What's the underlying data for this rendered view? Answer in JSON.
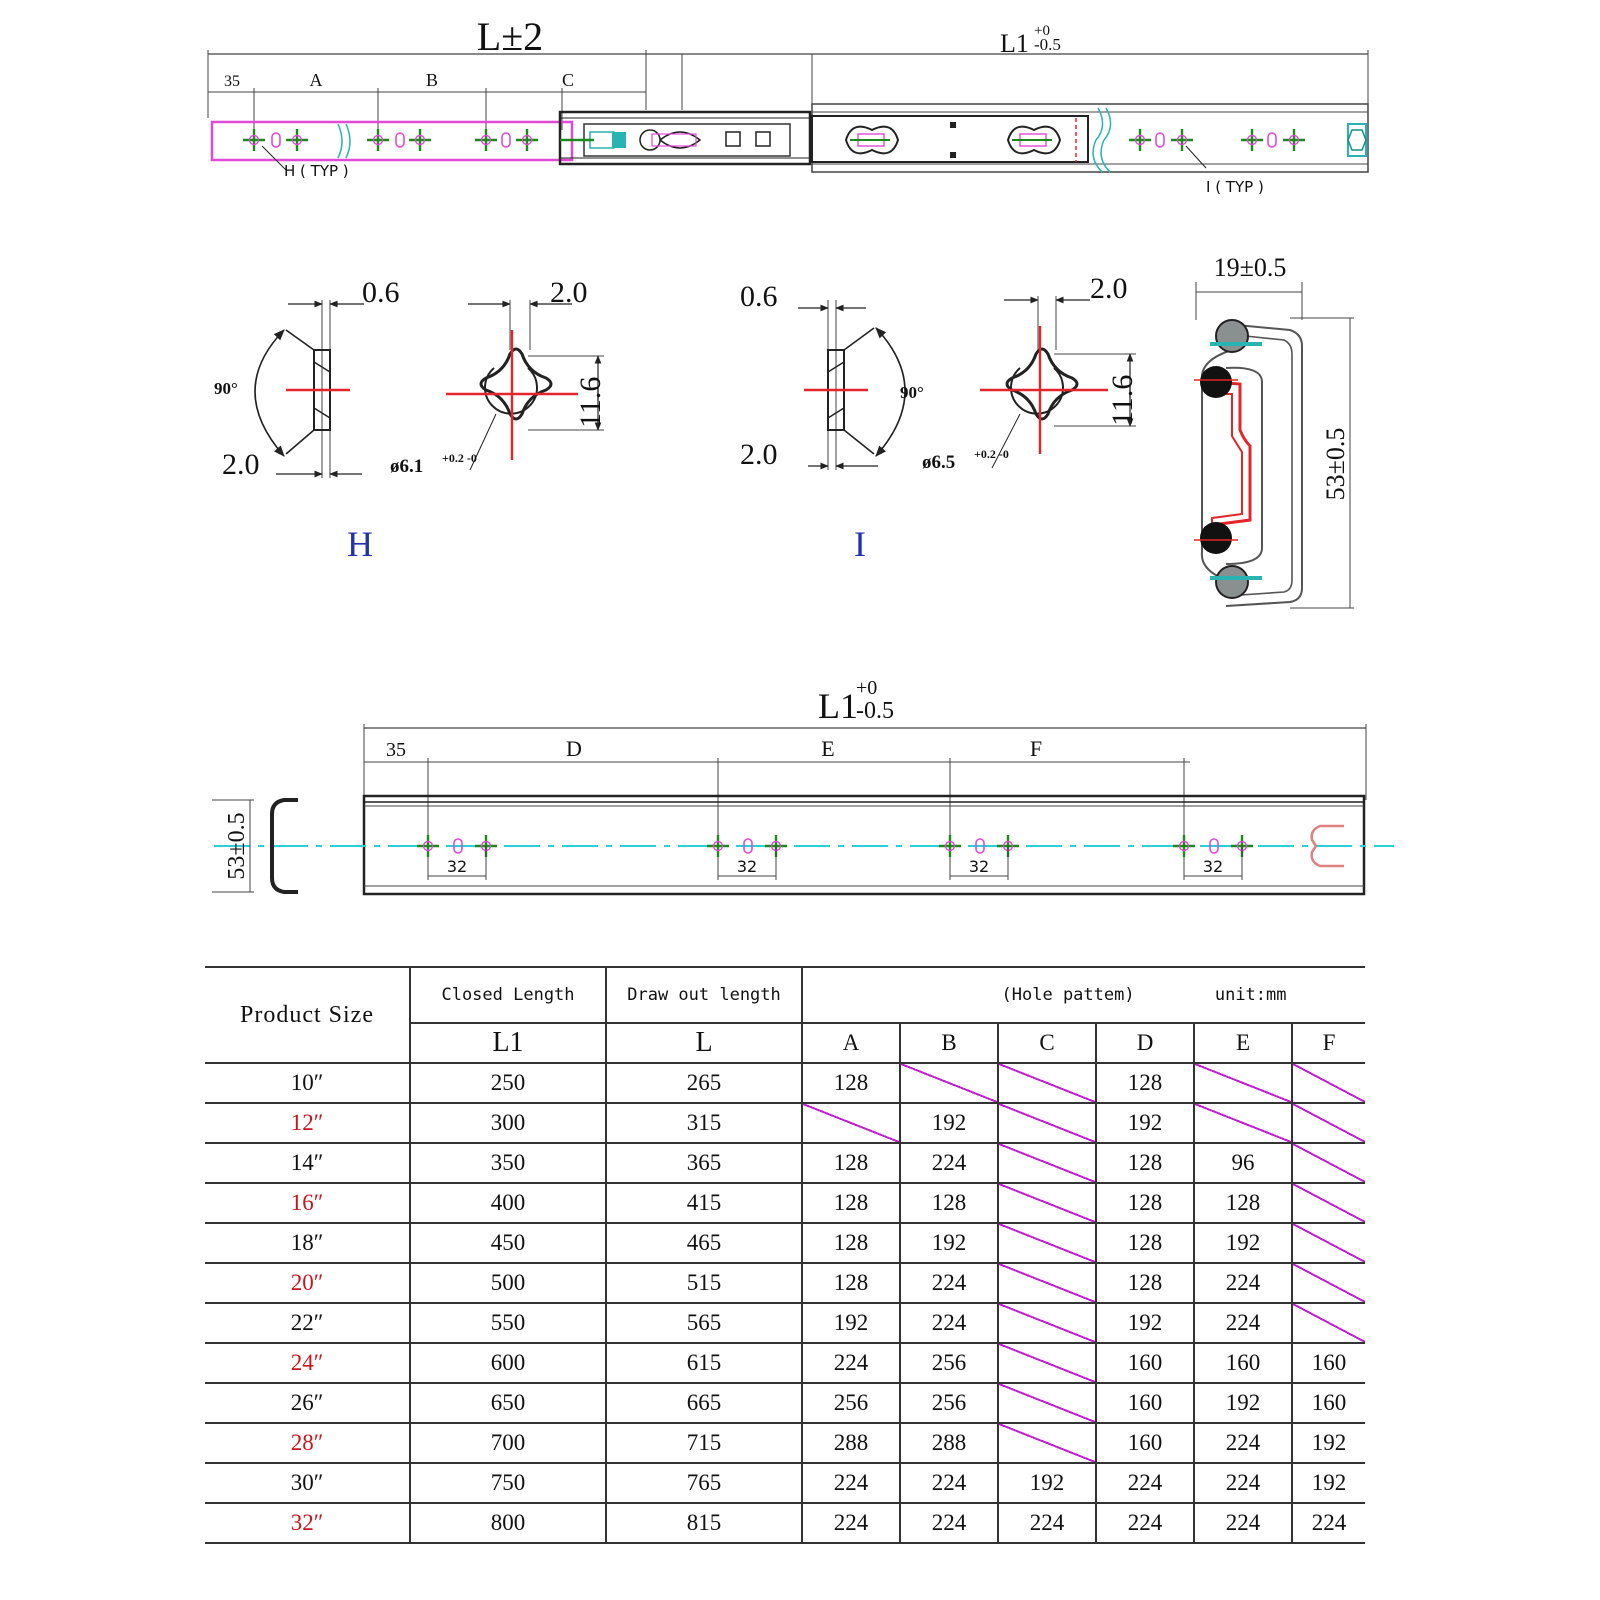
{
  "top_view": {
    "overall_length": "L±2",
    "closed_length": "L1",
    "closed_tol_upper": "+0",
    "closed_tol_lower": "-0.5",
    "offset": "35",
    "segments": [
      "A",
      "B",
      "C"
    ],
    "label_h": "H ( TYP )",
    "label_i": "I ( TYP )"
  },
  "detail_h": {
    "letter": "H",
    "thickness": "0.6",
    "depth": "2.0",
    "angle": "90°",
    "slot_width": "2.0",
    "slot_height": "11.6",
    "diameter": "ø6.1",
    "dia_tol": "+0.2 -0"
  },
  "detail_i": {
    "letter": "I",
    "thickness": "0.6",
    "depth": "2.0",
    "angle": "90°",
    "slot_width": "2.0",
    "slot_height": "11.6",
    "diameter": "ø6.5",
    "dia_tol": "+0.2 -0"
  },
  "cross_section": {
    "width": "19±0.5",
    "height": "53±0.5"
  },
  "bottom_view": {
    "length": "L1",
    "tol_upper": "+0",
    "tol_lower": "-0.5",
    "offset": "35",
    "segments": [
      "D",
      "E",
      "F"
    ],
    "hole_spacing": "32",
    "height": "53±0.5"
  },
  "table": {
    "header_product_size": "Product  Size",
    "header_closed": "Closed Length",
    "header_drawout": "Draw out length",
    "header_hole": "(Hole pattem)",
    "header_unit": "unit:mm",
    "sub_l1": "L1",
    "sub_l": "L",
    "hole_cols": [
      "A",
      "B",
      "C",
      "D",
      "E",
      "F"
    ],
    "highlight_color": "#c8161d",
    "empty_marker_color": "#c21fd0",
    "rows": [
      {
        "size": "10″",
        "red": false,
        "l1": "250",
        "l": "265",
        "holes": [
          "128",
          "",
          "",
          "128",
          "",
          ""
        ]
      },
      {
        "size": "12″",
        "red": true,
        "l1": "300",
        "l": "315",
        "holes": [
          "",
          "192",
          "",
          "192",
          "",
          ""
        ]
      },
      {
        "size": "14″",
        "red": false,
        "l1": "350",
        "l": "365",
        "holes": [
          "128",
          "224",
          "",
          "128",
          "96",
          ""
        ]
      },
      {
        "size": "16″",
        "red": true,
        "l1": "400",
        "l": "415",
        "holes": [
          "128",
          "128",
          "",
          "128",
          "128",
          ""
        ]
      },
      {
        "size": "18″",
        "red": false,
        "l1": "450",
        "l": "465",
        "holes": [
          "128",
          "192",
          "",
          "128",
          "192",
          ""
        ]
      },
      {
        "size": "20″",
        "red": true,
        "l1": "500",
        "l": "515",
        "holes": [
          "128",
          "224",
          "",
          "128",
          "224",
          ""
        ]
      },
      {
        "size": "22″",
        "red": false,
        "l1": "550",
        "l": "565",
        "holes": [
          "192",
          "224",
          "",
          "192",
          "224",
          ""
        ]
      },
      {
        "size": "24″",
        "red": true,
        "l1": "600",
        "l": "615",
        "holes": [
          "224",
          "256",
          "",
          "160",
          "160",
          "160"
        ]
      },
      {
        "size": "26″",
        "red": false,
        "l1": "650",
        "l": "665",
        "holes": [
          "256",
          "256",
          "",
          "160",
          "192",
          "160"
        ]
      },
      {
        "size": "28″",
        "red": true,
        "l1": "700",
        "l": "715",
        "holes": [
          "288",
          "288",
          "",
          "160",
          "224",
          "192"
        ]
      },
      {
        "size": "30″",
        "red": false,
        "l1": "750",
        "l": "765",
        "holes": [
          "224",
          "224",
          "192",
          "224",
          "224",
          "192"
        ]
      },
      {
        "size": "32″",
        "red": true,
        "l1": "800",
        "l": "815",
        "holes": [
          "224",
          "224",
          "224",
          "224",
          "224",
          "224"
        ]
      }
    ]
  }
}
